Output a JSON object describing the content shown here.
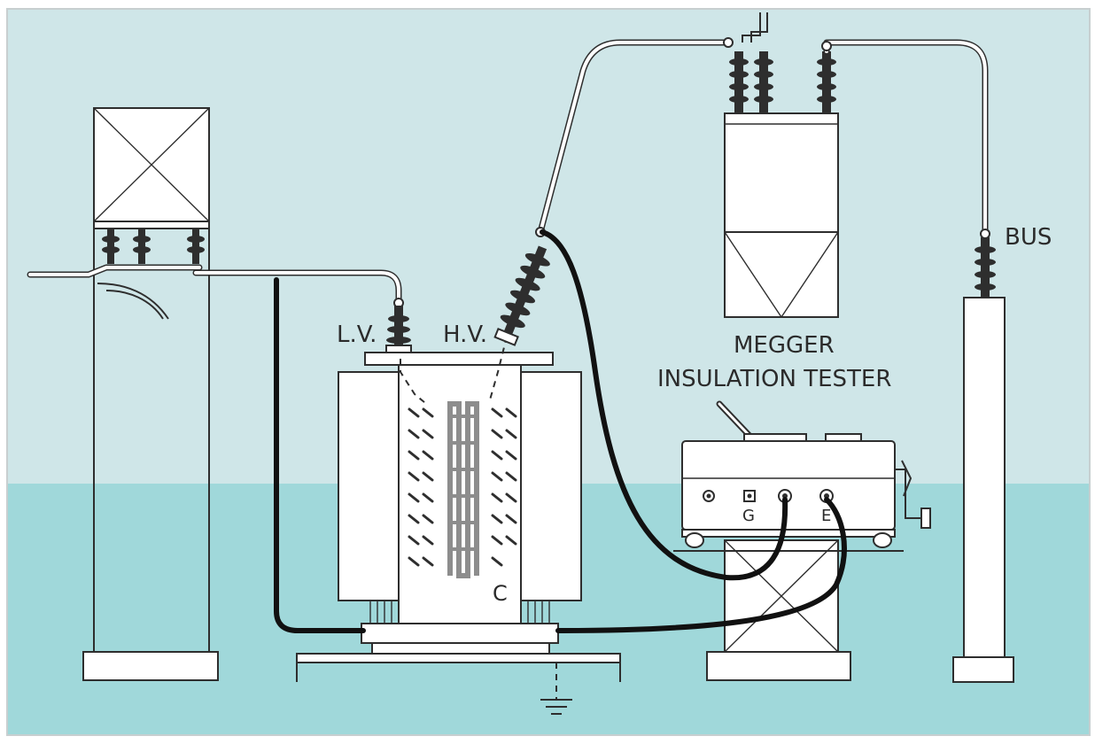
{
  "labels": {
    "lv": "L.V.",
    "hv": "H.V.",
    "bus": "BUS",
    "megger_line1": "MEGGER",
    "megger_line2": "INSULATION TESTER",
    "guard": "G",
    "earth": "E",
    "capacitance": "C"
  },
  "colors": {
    "sky": "#cfe6e8",
    "ground": "#a0d8da",
    "equipment": "#ffffff",
    "line": "#2e2e2e",
    "test_lead": "#111111",
    "border": "#c8cfd0"
  },
  "icons": {
    "ground_symbol": "earth-ground-icon",
    "crank": "crank-handle-icon",
    "terminal": "terminal-post-icon"
  }
}
